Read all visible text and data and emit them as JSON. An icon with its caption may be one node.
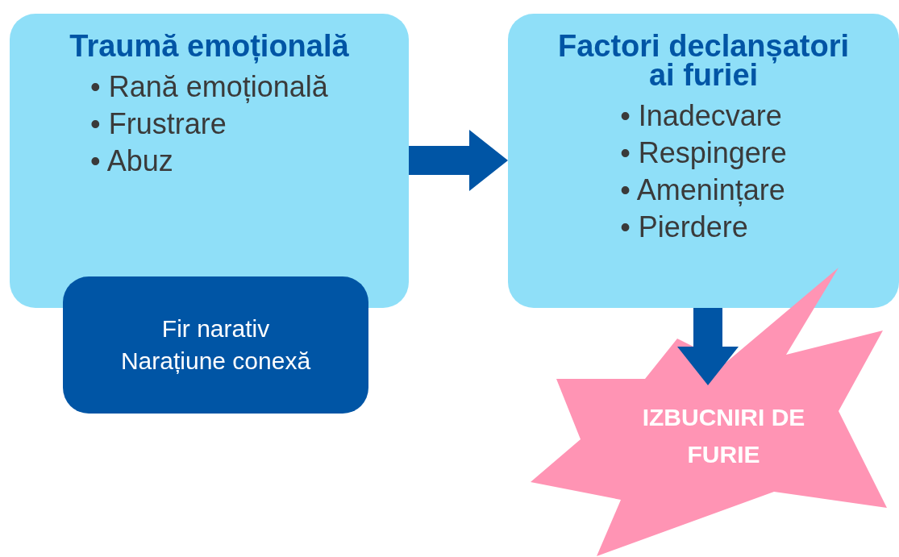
{
  "diagram": {
    "nodes": [
      {
        "text": [
          "Traumă emoțională",
          "• Rană emoțională",
          "• Frustrare",
          "• Abuz"
        ]
      },
      {
        "text": [
          "Fir narativ",
          "Narațiune conexă"
        ]
      },
      {
        "text": [
          "Factori declanșatori ai furiei",
          "• Inadecvare",
          "• Respingere",
          "• Amenințare",
          "• Pierdere"
        ]
      },
      {
        "text": [
          "IZBUCNIRI DE FURIE"
        ]
      }
    ],
    "edges": [
      {
        "from": 0,
        "to": 2,
        "arrow": "to"
      },
      {
        "from": 2,
        "to": 3,
        "arrow": "to"
      }
    ]
  }
}
